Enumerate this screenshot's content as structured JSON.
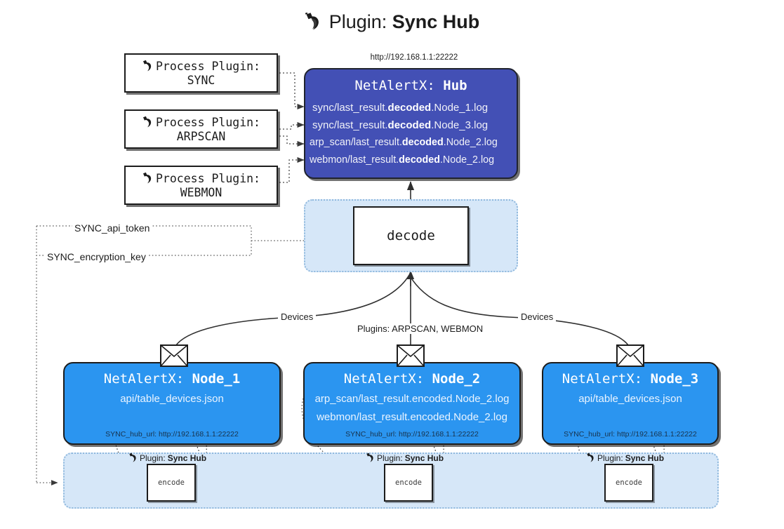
{
  "title": {
    "icon": "plug-icon",
    "prefix": "Plugin:",
    "name": "Sync Hub"
  },
  "hub": {
    "url": "http://192.168.1.1:22222",
    "label_prefix": "NetAlertX:",
    "label_name": "Hub",
    "rows": [
      {
        "pre": "sync/last_result.",
        "strong": "decoded",
        "post": ".Node_1.log"
      },
      {
        "pre": "sync/last_result.",
        "strong": "decoded",
        "post": ".Node_3.log"
      },
      {
        "pre": "arp_scan/last_result.",
        "strong": "decoded",
        "post": ".Node_2.log"
      },
      {
        "pre": "webmon/last_result.",
        "strong": "decoded",
        "post": ".Node_2.log"
      }
    ]
  },
  "process_plugins": [
    {
      "line1": "Process Plugin:",
      "line2": "SYNC",
      "icon": "plug-icon"
    },
    {
      "line1": "Process Plugin:",
      "line2": "ARPSCAN",
      "icon": "plug-icon"
    },
    {
      "line1": "Process Plugin:",
      "line2": "WEBMON",
      "icon": "plug-icon"
    }
  ],
  "decode": {
    "label": "decode"
  },
  "tokens": [
    {
      "label": "SYNC_api_token"
    },
    {
      "label": "SYNC_encryption_key"
    }
  ],
  "edge_labels": {
    "devices_left": "Devices",
    "devices_right": "Devices",
    "plugins": "Plugins: ARPSCAN, WEBMON"
  },
  "nodes": [
    {
      "label_prefix": "NetAlertX:",
      "label_name": "Node_1",
      "lines": [
        "api/table_devices.json"
      ],
      "footer": "SYNC_hub_url: http://192.168.1.1:22222",
      "mail_icon": "envelope-icon"
    },
    {
      "label_prefix": "NetAlertX:",
      "label_name": "Node_2",
      "lines": [
        "arp_scan/last_result.encoded.Node_2.log",
        "webmon/last_result.encoded.Node_2.log"
      ],
      "footer": "SYNC_hub_url: http://192.168.1.1:22222",
      "mail_icon": "envelope-icon"
    },
    {
      "label_prefix": "NetAlertX:",
      "label_name": "Node_3",
      "lines": [
        "api/table_devices.json"
      ],
      "footer": "SYNC_hub_url: http://192.168.1.1:22222",
      "mail_icon": "envelope-icon"
    }
  ],
  "encoders": [
    {
      "caption_prefix": "Plugin:",
      "caption_name": "Sync Hub",
      "label": "encode",
      "icon": "plug-icon"
    },
    {
      "caption_prefix": "Plugin:",
      "caption_name": "Sync Hub",
      "label": "encode",
      "icon": "plug-icon"
    },
    {
      "caption_prefix": "Plugin:",
      "caption_name": "Sync Hub",
      "label": "encode",
      "icon": "plug-icon"
    }
  ],
  "colors": {
    "hub_fill": "#4350b5",
    "node_fill": "#2b95f0",
    "container_fill": "#d6e7f8",
    "container_border": "#8fb8dd",
    "stroke": "#1c1c1c"
  }
}
